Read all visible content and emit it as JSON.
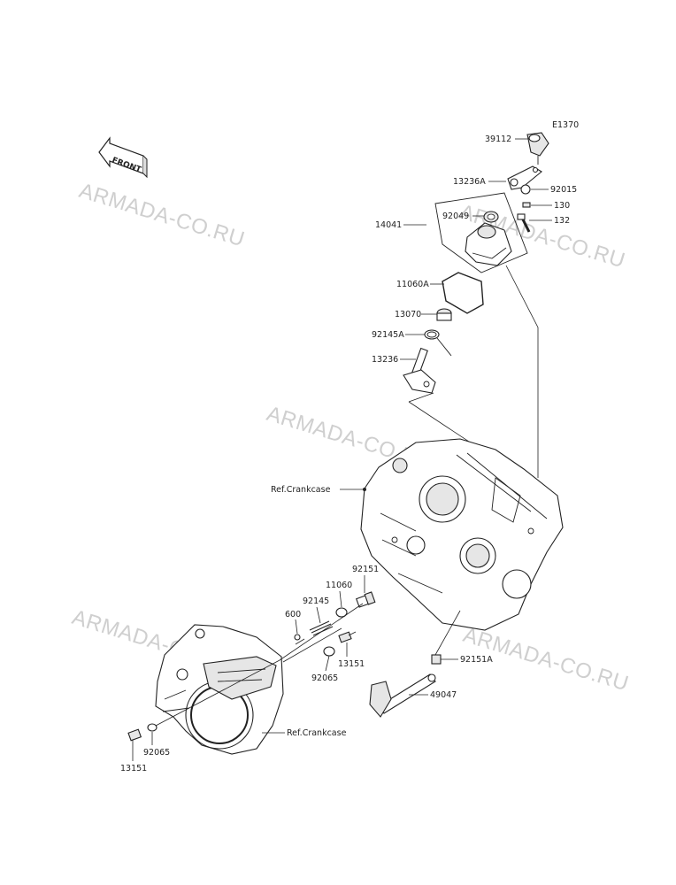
{
  "diagram_code": "E1370",
  "front_label": "FRONT",
  "watermark": "ARMADA-CO.RU",
  "callouts": {
    "p39112": "39112",
    "p13236A": "13236A",
    "p92015": "92015",
    "p130": "130",
    "p92049": "92049",
    "p132": "132",
    "p14041": "14041",
    "p11060A": "11060A",
    "p13070": "13070",
    "p92145A": "92145A",
    "p13236": "13236",
    "ref_crankcase_upper": "Ref.Crankcase",
    "p92151": "92151",
    "p11060": "11060",
    "p92145": "92145",
    "p600": "600",
    "p13151_mid": "13151",
    "p92065_mid": "92065",
    "p92151A": "92151A",
    "p49047": "49047",
    "ref_crankcase_lower": "Ref.Crankcase",
    "p92065_low": "92065",
    "p13151_low": "13151"
  }
}
